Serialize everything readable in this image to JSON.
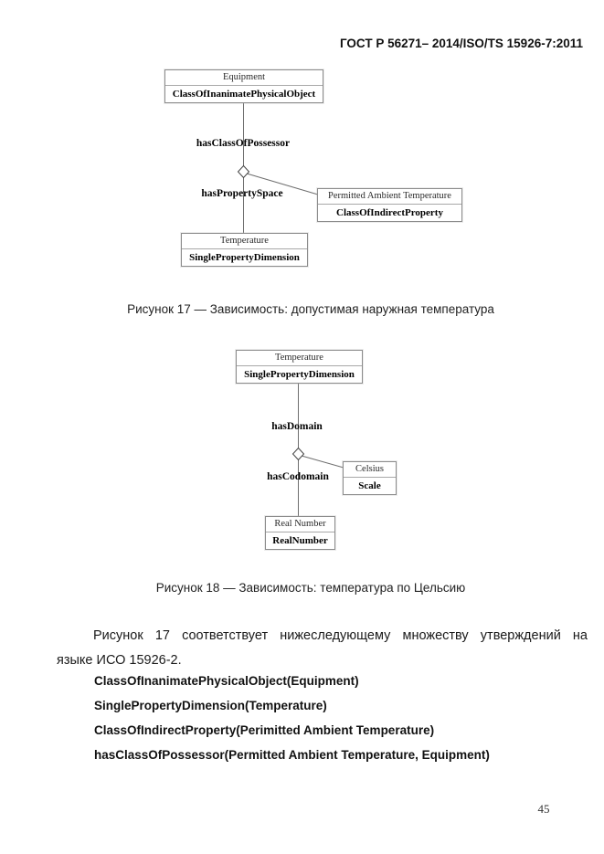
{
  "page": {
    "header": "ГОСТ Р 56271– 2014/ISO/TS 15926-7:2011",
    "page_number": "45"
  },
  "figure17": {
    "caption": "Рисунок 17 — Зависимость: допустимая наружная температура",
    "nodes": {
      "equipment": {
        "instance": "Equipment",
        "class": "ClassOfInanimatePhysicalObject"
      },
      "permitted": {
        "instance": "Permitted Ambient Temperature",
        "class": "ClassOfIndirectProperty"
      },
      "temperature": {
        "instance": "Temperature",
        "class": "SinglePropertyDimension"
      }
    },
    "relations": {
      "possessor": "hasClassOfPossessor",
      "property_space": "hasPropertySpace"
    }
  },
  "figure18": {
    "caption": "Рисунок 18 — Зависимость: температура по Цельсию",
    "nodes": {
      "temperature": {
        "instance": "Temperature",
        "class": "SinglePropertyDimension"
      },
      "celsius": {
        "instance": "Celsius",
        "class": "Scale"
      },
      "real_number": {
        "instance": "Real Number",
        "class": "RealNumber"
      }
    },
    "relations": {
      "domain": "hasDomain",
      "codomain": "hasCodomain"
    }
  },
  "body": {
    "paragraph": {
      "line1": "Рисунок 17 соответствует нижеследующему множеству утверждений на",
      "line2": "языке ИСО 15926-2."
    },
    "statements": [
      "ClassOfInanimatePhysicalObject(Equipment)",
      "SinglePropertyDimension(Temperature)",
      "ClassOfIndirectProperty(Perimitted Ambient Temperature)",
      "hasClassOfPossessor(Permitted Ambient Temperature, Equipment)"
    ]
  }
}
